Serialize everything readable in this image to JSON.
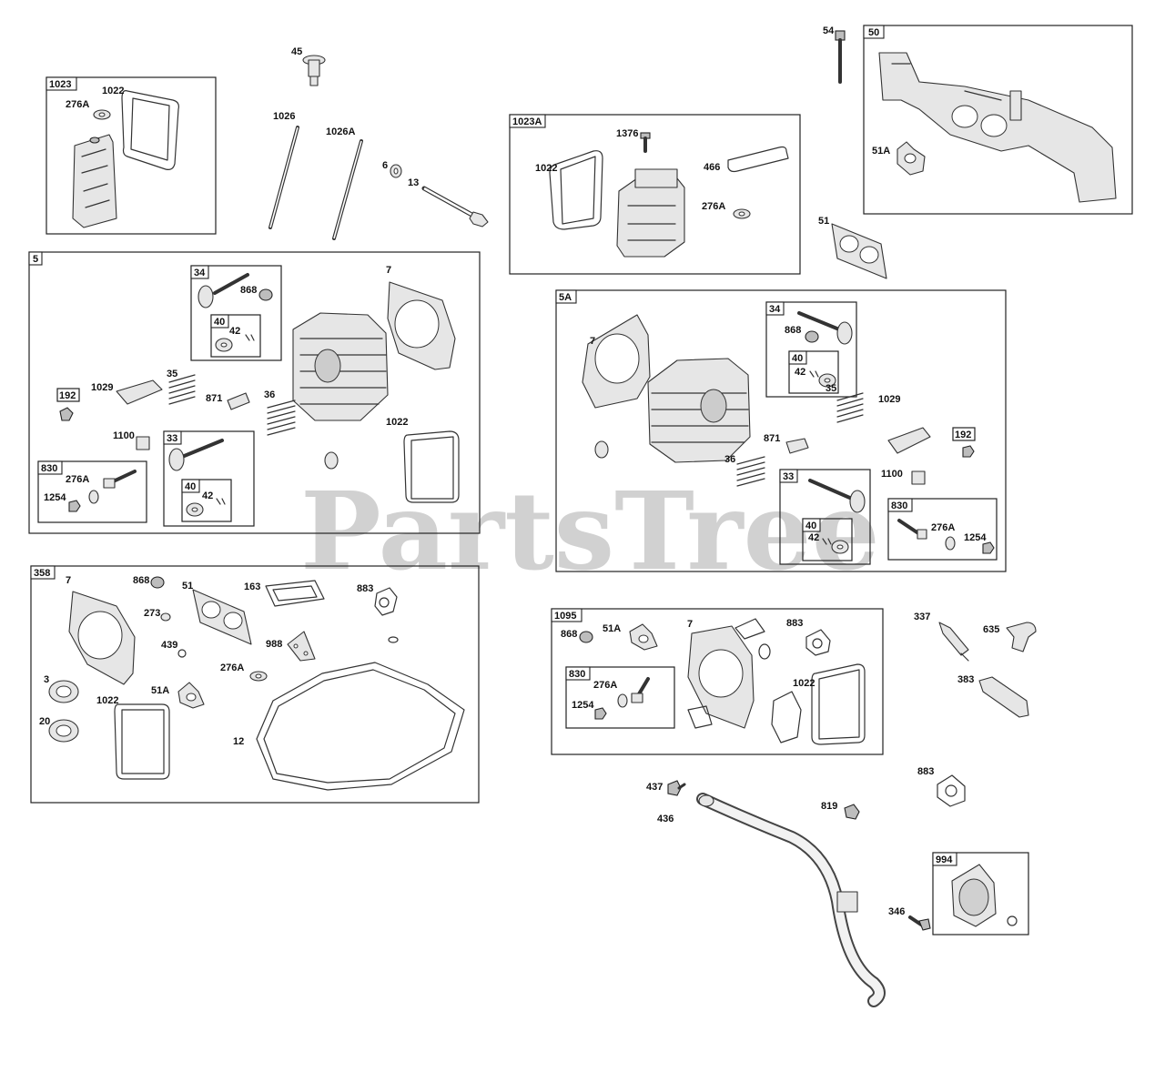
{
  "watermark": "PartsTree",
  "groups": {
    "g1023": "1023",
    "g1023A": "1023A",
    "g50": "50",
    "g5": "5",
    "g5A": "5A",
    "g34a": "34",
    "g40a": "40",
    "g33a": "33",
    "g40b": "40",
    "g192a": "192",
    "g830a": "830",
    "g34b": "34",
    "g40c": "40",
    "g33b": "33",
    "g40d": "40",
    "g192b": "192",
    "g830b": "830",
    "g358": "358",
    "g1095": "1095",
    "g830c": "830",
    "g994": "994"
  },
  "labels": {
    "l45": "45",
    "l1026": "1026",
    "l1026A": "1026A",
    "l6": "6",
    "l13": "13",
    "l276A_1023": "276A",
    "l1022_1023": "1022",
    "l1376": "1376",
    "l1022_1023A": "1022",
    "l466": "466",
    "l276A_1023A": "276A",
    "l54": "54",
    "l51A_50": "51A",
    "l51": "51",
    "l7_5": "7",
    "l868_34a": "868",
    "l42_40a": "42",
    "l35_5": "35",
    "l871_5": "871",
    "l1029_5": "1029",
    "l1100_5": "1100",
    "l36_5": "36",
    "l1022_5": "1022",
    "l42_40b": "42",
    "l276A_830a": "276A",
    "l1254_830a": "1254",
    "l7_5A": "7",
    "l868_34b": "868",
    "l42_40c": "42",
    "l35_5A": "35",
    "l1029_5A": "1029",
    "l871_5A": "871",
    "l36_5A": "36",
    "l1100_5A": "1100",
    "l42_40d": "42",
    "l276A_830b": "276A",
    "l1254_830b": "1254",
    "l7_358": "7",
    "l868_358": "868",
    "l51_358": "51",
    "l163": "163",
    "l883_358": "883",
    "l273": "273",
    "l988": "988",
    "l439": "439",
    "l276A_358": "276A",
    "l3": "3",
    "l51A_358": "51A",
    "l1022_358": "1022",
    "l20": "20",
    "l12": "12",
    "l868_1095": "868",
    "l51A_1095": "51A",
    "l7_1095": "7",
    "l883_1095": "883",
    "l276A_830c": "276A",
    "l1254_830c": "1254",
    "l1022_1095": "1022",
    "l337": "337",
    "l635": "635",
    "l383": "383",
    "l883_r": "883",
    "l437": "437",
    "l436": "436",
    "l819": "819",
    "l346": "346"
  }
}
